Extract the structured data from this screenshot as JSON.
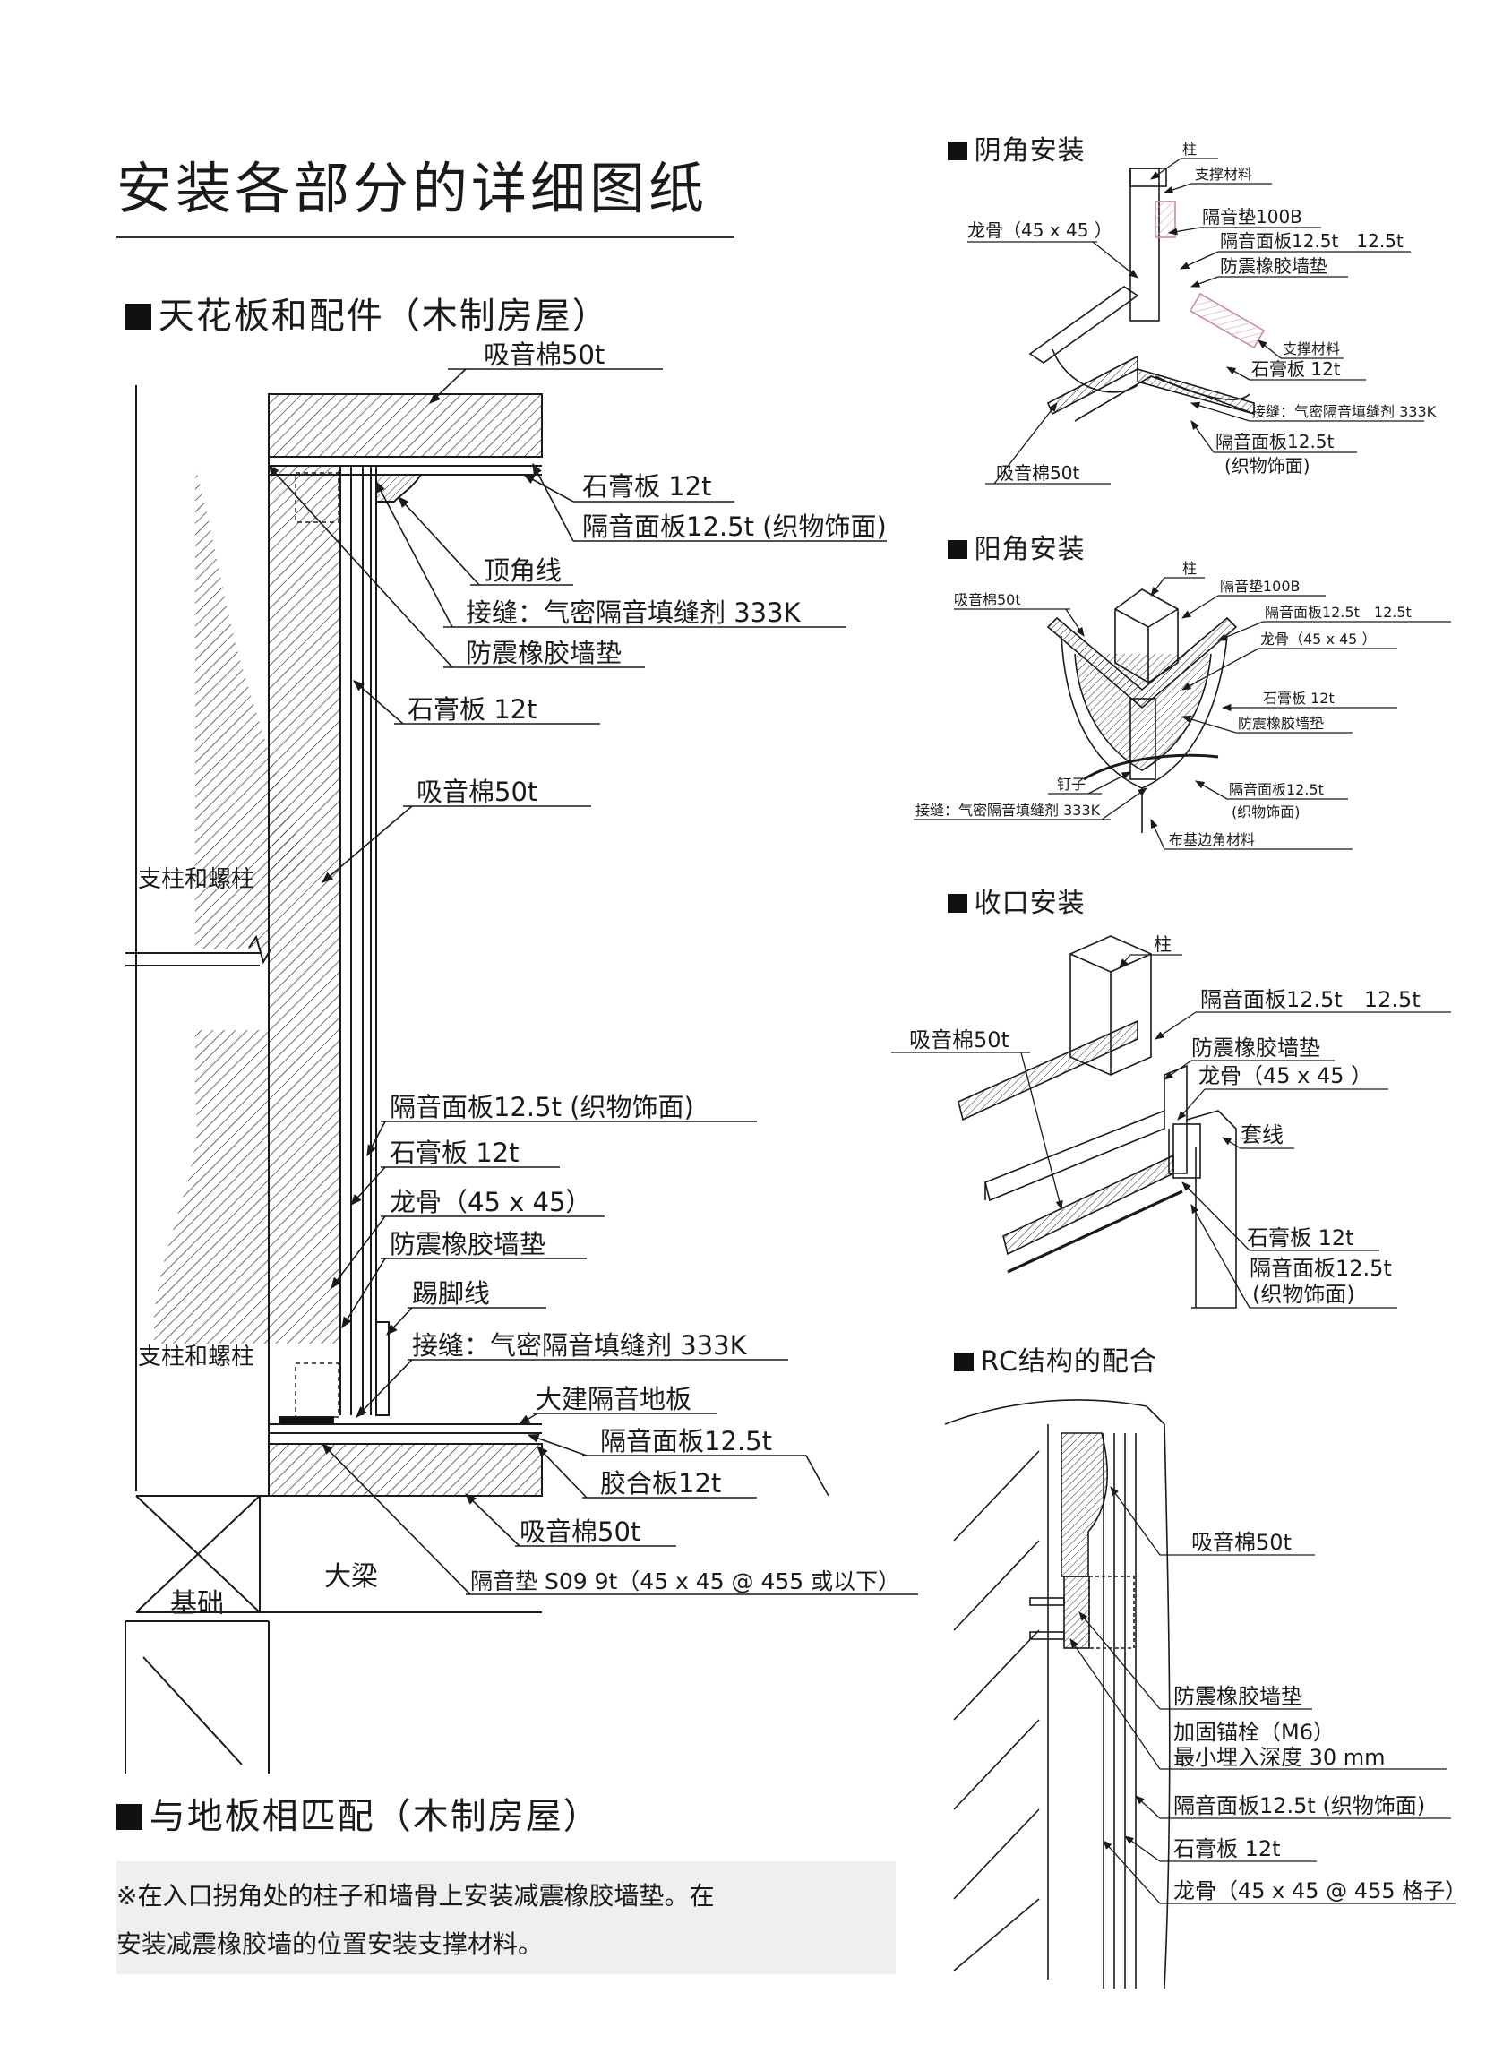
{
  "page": {
    "title": "安装各部分的详细图纸",
    "sections": {
      "ceiling": "天花板和配件（木制房屋）",
      "floor": "与地板相匹配（木制房屋）",
      "inner_corner": "阴角安装",
      "outer_corner": "阳角安装",
      "edge": "收口安装",
      "rc": "RC结构的配合"
    }
  },
  "note": {
    "line1": "※在入口拐角处的柱子和墙骨上安装减震橡胶墙垫。在",
    "line2": "安装减震橡胶墙的位置安装支撑材料。"
  },
  "main_labels": {
    "absorb_top": "吸音棉50t",
    "gypsum_top": "石膏板 12t",
    "panel_top": "隔音面板12.5t (织物饰面)",
    "crown": "顶角线",
    "seam_top": "接缝：气密隔音填缝剂 333K",
    "rubber_top": "防震橡胶墙垫",
    "gypsum_mid": "石膏板 12t",
    "absorb_mid": "吸音棉50t",
    "post_top": "支柱和螺柱",
    "panel_low": "隔音面板12.5t (织物饰面)",
    "gypsum_low": "石膏板 12t",
    "stud_low": "龙骨（45 x 45）",
    "rubber_low": "防震橡胶墙垫",
    "baseboard": "踢脚线",
    "post_low": "支柱和螺柱",
    "seam_low": "接缝：气密隔音填缝剂 333K",
    "floorboard": "大建隔音地板",
    "panel_floor": "隔音面板12.5t",
    "plywood": "胶合板12t",
    "absorb_floor": "吸音棉50t",
    "pad": "隔音垫 S09 9t（45 x 45 @ 455 或以下）",
    "beam": "大梁",
    "foundation": "基础"
  },
  "inner_labels": {
    "post": "柱",
    "support": "支撑材料",
    "pad": "隔音垫100B",
    "stud": "龙骨（45 x 45 ）",
    "panel": "隔音面板12.5t　12.5t",
    "rubber": "防震橡胶墙垫",
    "support2": "支撑材料",
    "gypsum": "石膏板 12t",
    "seam": "接缝：气密隔音填缝剂 333K",
    "panel2": "隔音面板12.5t",
    "fabric": "(织物饰面)",
    "absorb": "吸音棉50t"
  },
  "outer_labels": {
    "post": "柱",
    "absorb": "吸音棉50t",
    "pad": "隔音垫100B",
    "panel": "隔音面板12.5t　12.5t",
    "stud": "龙骨（45 x 45 ）",
    "gypsum": "石膏板 12t",
    "rubber": "防震橡胶墙垫",
    "nail": "钉子",
    "panel2": "隔音面板12.5t",
    "fabric": "(织物饰面)",
    "seam": "接缝：气密隔音填缝剂 333K",
    "corner": "布基边角材料"
  },
  "edge_labels": {
    "post": "柱",
    "panel": "隔音面板12.5t　12.5t",
    "absorb": "吸音棉50t",
    "rubber": "防震橡胶墙垫",
    "stud": "龙骨（45 x 45 ）",
    "casing": "套线",
    "gypsum": "石膏板 12t",
    "panel2": "隔音面板12.5t",
    "fabric": "(织物饰面)"
  },
  "rc_labels": {
    "absorb": "吸音棉50t",
    "rubber": "防震橡胶墙垫",
    "bolt": "加固锚栓（M6）",
    "depth": "最小埋入深度 30 mm",
    "panel": "隔音面板12.5t (织物饰面)",
    "gypsum": "石膏板 12t",
    "stud": "龙骨（45 x 45 @ 455 格子）"
  }
}
